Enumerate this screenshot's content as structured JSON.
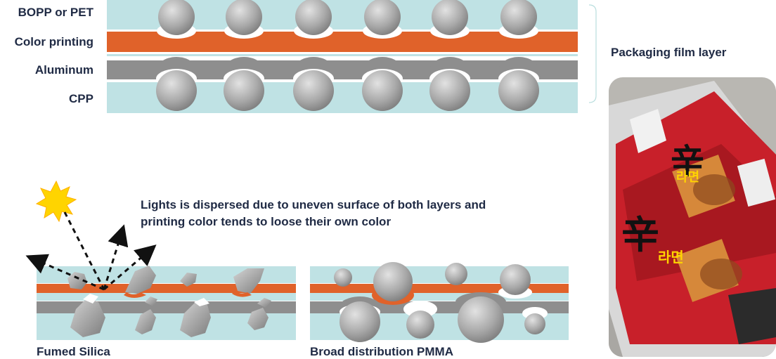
{
  "layers": {
    "bopp": "BOPP or PET",
    "color_printing": "Color printing",
    "aluminum": "Aluminum",
    "cpp": "CPP"
  },
  "packaging_title": "Packaging film layer",
  "dispersion_note": {
    "line1": "Lights is dispersed due to uneven surface of both layers and",
    "line2": "printing color tends to loose their own color"
  },
  "captions": {
    "fumed_silica": "Fumed Silica",
    "pmma": "Broad distribution PMMA"
  },
  "photo": {
    "big_char_1": "辛",
    "big_char_2": "辛",
    "small_text_1": "라면",
    "small_text_2": "라면"
  },
  "colors": {
    "film_blue": "#bfe2e4",
    "print_orange": "#e0622a",
    "aluminum_gray": "#8e8e8e",
    "label_navy": "#1f2a44",
    "sun_yellow": "#ffd400"
  }
}
